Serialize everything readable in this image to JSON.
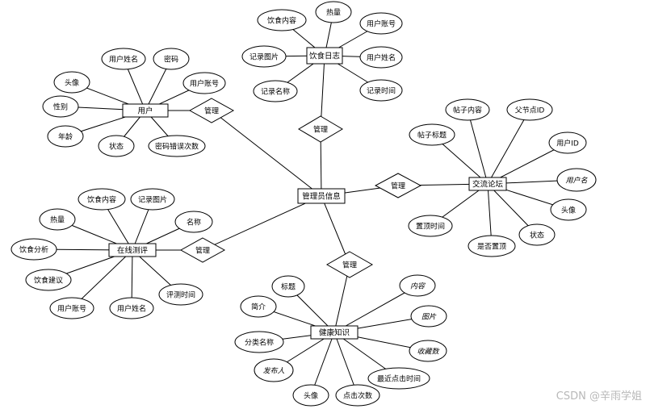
{
  "entities": [
    {
      "id": "user",
      "label": "用户"
    },
    {
      "id": "diet",
      "label": "饮食日志"
    },
    {
      "id": "admin",
      "label": "管理员信息"
    },
    {
      "id": "forum",
      "label": "交流论坛"
    },
    {
      "id": "eval",
      "label": "在线测评"
    },
    {
      "id": "health",
      "label": "健康知识"
    }
  ],
  "relationships": [
    {
      "id": "r_user",
      "label": "管理"
    },
    {
      "id": "r_diet",
      "label": "管理"
    },
    {
      "id": "r_forum",
      "label": "管理"
    },
    {
      "id": "r_eval",
      "label": "管理"
    },
    {
      "id": "r_health",
      "label": "管理"
    }
  ],
  "attributes": [
    {
      "id": "u1",
      "entity": "user",
      "label": "用户姓名"
    },
    {
      "id": "u2",
      "entity": "user",
      "label": "密码"
    },
    {
      "id": "u3",
      "entity": "user",
      "label": "头像"
    },
    {
      "id": "u4",
      "entity": "user",
      "label": "用户账号"
    },
    {
      "id": "u5",
      "entity": "user",
      "label": "性别"
    },
    {
      "id": "u6",
      "entity": "user",
      "label": "年龄"
    },
    {
      "id": "u7",
      "entity": "user",
      "label": "状态"
    },
    {
      "id": "u8",
      "entity": "user",
      "label": "密码错误次数"
    },
    {
      "id": "d1",
      "entity": "diet",
      "label": "饮食内容"
    },
    {
      "id": "d2",
      "entity": "diet",
      "label": "热量"
    },
    {
      "id": "d3",
      "entity": "diet",
      "label": "用户账号"
    },
    {
      "id": "d4",
      "entity": "diet",
      "label": "记录图片"
    },
    {
      "id": "d5",
      "entity": "diet",
      "label": "用户姓名"
    },
    {
      "id": "d6",
      "entity": "diet",
      "label": "记录名称"
    },
    {
      "id": "d7",
      "entity": "diet",
      "label": "记录时间"
    },
    {
      "id": "f1",
      "entity": "forum",
      "label": "帖子内容"
    },
    {
      "id": "f2",
      "entity": "forum",
      "label": "父节点ID"
    },
    {
      "id": "f3",
      "entity": "forum",
      "label": "帖子标题"
    },
    {
      "id": "f4",
      "entity": "forum",
      "label": "用户ID"
    },
    {
      "id": "f5",
      "entity": "forum",
      "label": "用户名"
    },
    {
      "id": "f6",
      "entity": "forum",
      "label": "头像"
    },
    {
      "id": "f7",
      "entity": "forum",
      "label": "置顶时间"
    },
    {
      "id": "f8",
      "entity": "forum",
      "label": "状态"
    },
    {
      "id": "f9",
      "entity": "forum",
      "label": "是否置顶"
    },
    {
      "id": "e1",
      "entity": "eval",
      "label": "饮食内容"
    },
    {
      "id": "e2",
      "entity": "eval",
      "label": "记录图片"
    },
    {
      "id": "e3",
      "entity": "eval",
      "label": "热量"
    },
    {
      "id": "e4",
      "entity": "eval",
      "label": "名称"
    },
    {
      "id": "e5",
      "entity": "eval",
      "label": "饮食分析"
    },
    {
      "id": "e6",
      "entity": "eval",
      "label": "饮食建议"
    },
    {
      "id": "e7",
      "entity": "eval",
      "label": "用户账号"
    },
    {
      "id": "e8",
      "entity": "eval",
      "label": "用户姓名"
    },
    {
      "id": "e9",
      "entity": "eval",
      "label": "评测时间"
    },
    {
      "id": "h1",
      "entity": "health",
      "label": "标题"
    },
    {
      "id": "h2",
      "entity": "health",
      "label": "内容"
    },
    {
      "id": "h3",
      "entity": "health",
      "label": "简介"
    },
    {
      "id": "h4",
      "entity": "health",
      "label": "图片"
    },
    {
      "id": "h5",
      "entity": "health",
      "label": "分类名称"
    },
    {
      "id": "h6",
      "entity": "health",
      "label": "收藏数"
    },
    {
      "id": "h7",
      "entity": "health",
      "label": "发布人"
    },
    {
      "id": "h8",
      "entity": "health",
      "label": "最近点击时间"
    },
    {
      "id": "h9",
      "entity": "health",
      "label": "头像"
    },
    {
      "id": "h10",
      "entity": "health",
      "label": "点击次数"
    }
  ],
  "links": [
    [
      "admin",
      "r_user"
    ],
    [
      "r_user",
      "user"
    ],
    [
      "admin",
      "r_diet"
    ],
    [
      "r_diet",
      "diet"
    ],
    [
      "admin",
      "r_forum"
    ],
    [
      "r_forum",
      "forum"
    ],
    [
      "admin",
      "r_eval"
    ],
    [
      "r_eval",
      "eval"
    ],
    [
      "admin",
      "r_health"
    ],
    [
      "r_health",
      "health"
    ]
  ],
  "watermark": "CSDN @辛雨学姐"
}
